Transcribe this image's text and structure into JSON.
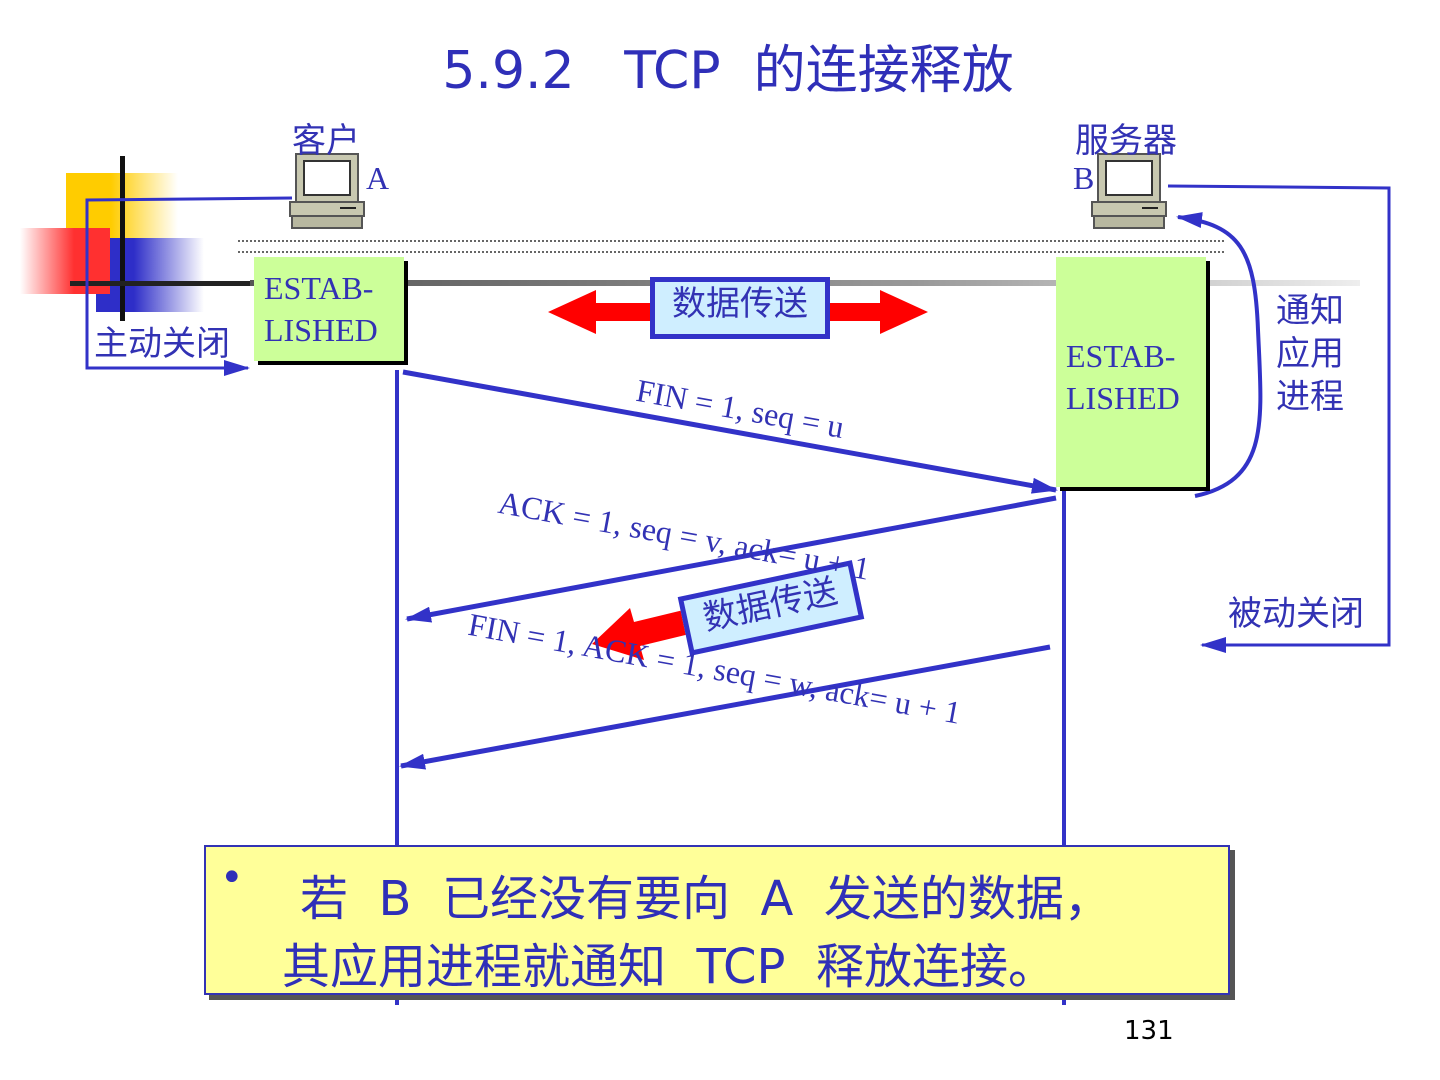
{
  "slide": {
    "title": "5.9.2   TCP  的连接释放",
    "page_number": "131"
  },
  "client": {
    "label": "客户",
    "letter": "A",
    "state": [
      "ESTAB-",
      "LISHED"
    ],
    "close_label": "主动关闭"
  },
  "server": {
    "label": "服务器",
    "letter": "B",
    "state": [
      "ESTAB-",
      "LISHED"
    ],
    "notify_label": [
      "通知",
      "应用",
      "进程"
    ],
    "close_label": "被动关闭"
  },
  "data_transfer": {
    "label": "数据传送"
  },
  "data_transfer_2": {
    "label": "数据传送"
  },
  "messages": [
    {
      "text": "FIN = 1, seq = u"
    },
    {
      "text": "ACK = 1, seq = v, ack= u + 1"
    },
    {
      "text": "FIN = 1, ACK = 1, seq = w, ack= u + 1"
    }
  ],
  "note": {
    "bullet": "•",
    "line1": "若  B  已经没有要向  A  发送的数据，",
    "line2": "其应用进程就通知  TCP  释放连接。"
  },
  "colors": {
    "primary": "#3232b4",
    "state_box": "#ccff99",
    "note_bg": "#ffff99",
    "arrow_red": "#ff0000",
    "data_box": "#cfeeff"
  },
  "icons": [
    "computer-icon-client",
    "computer-icon-server",
    "slide-decoration"
  ]
}
